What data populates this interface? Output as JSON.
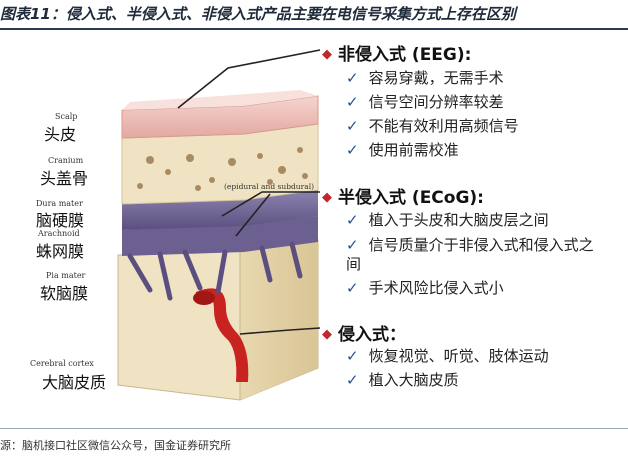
{
  "title": "图表11：侵入式、半侵入式、非侵入式产品主要在电信号采集方式上存在区别",
  "source": "源：脑机接口社区微信公众号，国金证券研究所",
  "layers": [
    {
      "en": "Scalp",
      "zh": "头皮"
    },
    {
      "en": "Cranium",
      "zh": "头盖骨"
    },
    {
      "en": "Dura mater",
      "zh": "脑硬膜"
    },
    {
      "en": "Arachnoid",
      "zh": "蛛网膜"
    },
    {
      "en": "Pia mater",
      "zh": "软脑膜"
    },
    {
      "en": "Cerebral cortex",
      "zh": "大脑皮质"
    }
  ],
  "epidural_label": "(epidural and subdural)",
  "categories": [
    {
      "title": "非侵入式 (EEG):",
      "bullets": [
        "容易穿戴，无需手术",
        "信号空间分辨率较差",
        "不能有效利用高频信号",
        "使用前需校准"
      ]
    },
    {
      "title": "半侵入式 (ECoG):",
      "bullets": [
        "植入于头皮和大脑皮层之间",
        "信号质量介于非侵入式和侵入式之间",
        "手术风险比侵入式小"
      ]
    },
    {
      "title": "侵入式：",
      "bullets": [
        "恢复视觉、听觉、肢体运动",
        "植入大脑皮质"
      ]
    }
  ],
  "colors": {
    "accent": "#c0282d",
    "check": "#2a4f9a",
    "scalp": "#f1c9c4",
    "dura": "#7b6f9e",
    "cortex": "#efe3c4",
    "vessel": "#c8231f"
  }
}
